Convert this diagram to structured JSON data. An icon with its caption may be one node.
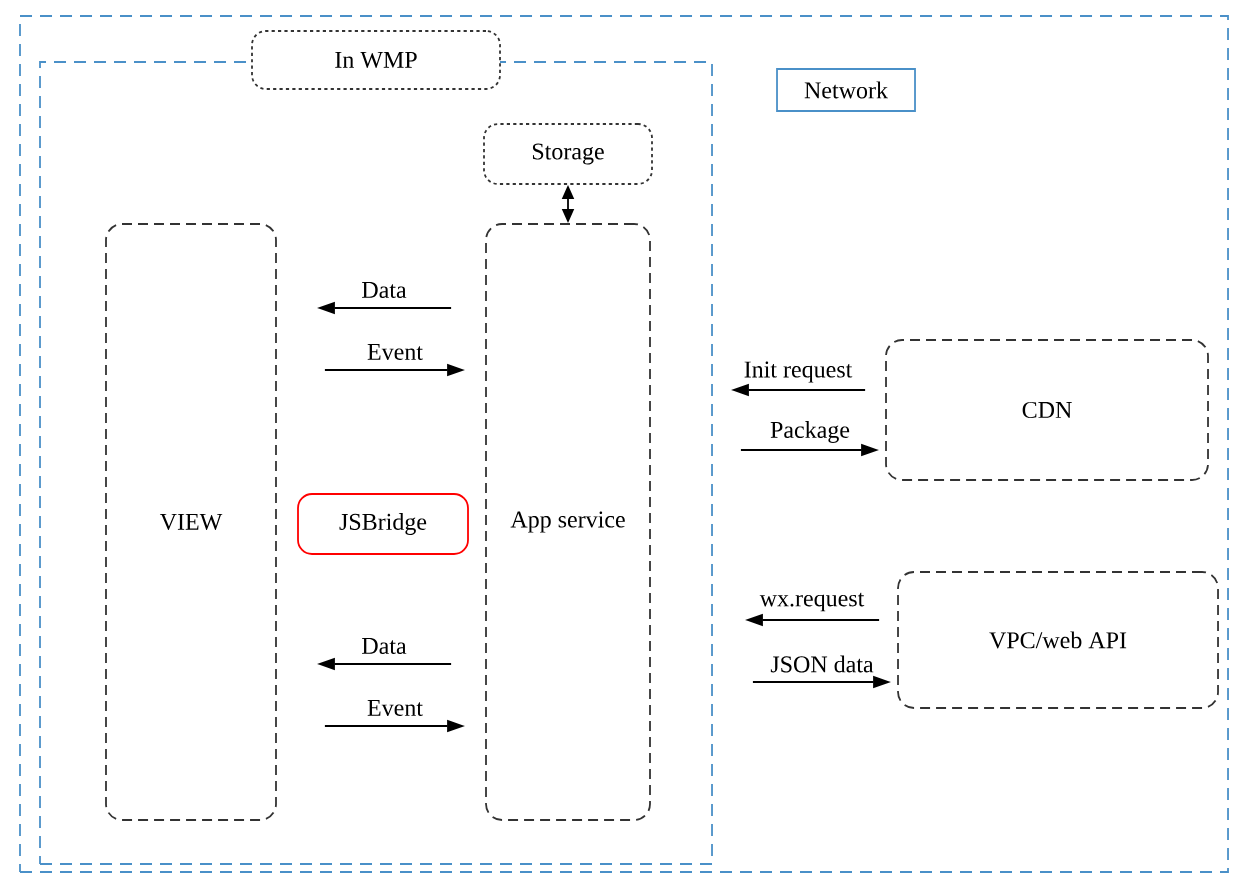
{
  "diagram": {
    "nodes": [
      {
        "text": [
          "Network"
        ]
      },
      {
        "text": [
          "In WMP"
        ],
        "in": 0
      },
      {
        "text": [
          "Storage"
        ],
        "in": 1
      },
      {
        "text": [
          "VIEW"
        ],
        "in": 1
      },
      {
        "text": [
          "JSBridge"
        ],
        "in": 1
      },
      {
        "text": [
          "App service"
        ],
        "in": 1
      },
      {
        "text": [
          "CDN"
        ],
        "in": 0
      },
      {
        "text": [
          "VPC/web API"
        ],
        "in": 0
      }
    ],
    "edges": [
      {
        "from": 2,
        "to": 5,
        "arrow": "both"
      },
      {
        "from": 5,
        "to": 3,
        "arrow": "to",
        "label": "Data"
      },
      {
        "from": 3,
        "to": 5,
        "arrow": "to",
        "label": "Event"
      },
      {
        "from": 5,
        "to": 3,
        "arrow": "to",
        "label": "Data"
      },
      {
        "from": 3,
        "to": 5,
        "arrow": "to",
        "label": "Event"
      },
      {
        "from": 6,
        "to": 1,
        "arrow": "to",
        "label": "Init request"
      },
      {
        "from": 1,
        "to": 6,
        "arrow": "to",
        "label": "Package"
      },
      {
        "from": 7,
        "to": 1,
        "arrow": "to",
        "label": "wx.request"
      },
      {
        "from": 1,
        "to": 7,
        "arrow": "to",
        "label": "JSON data"
      }
    ]
  }
}
